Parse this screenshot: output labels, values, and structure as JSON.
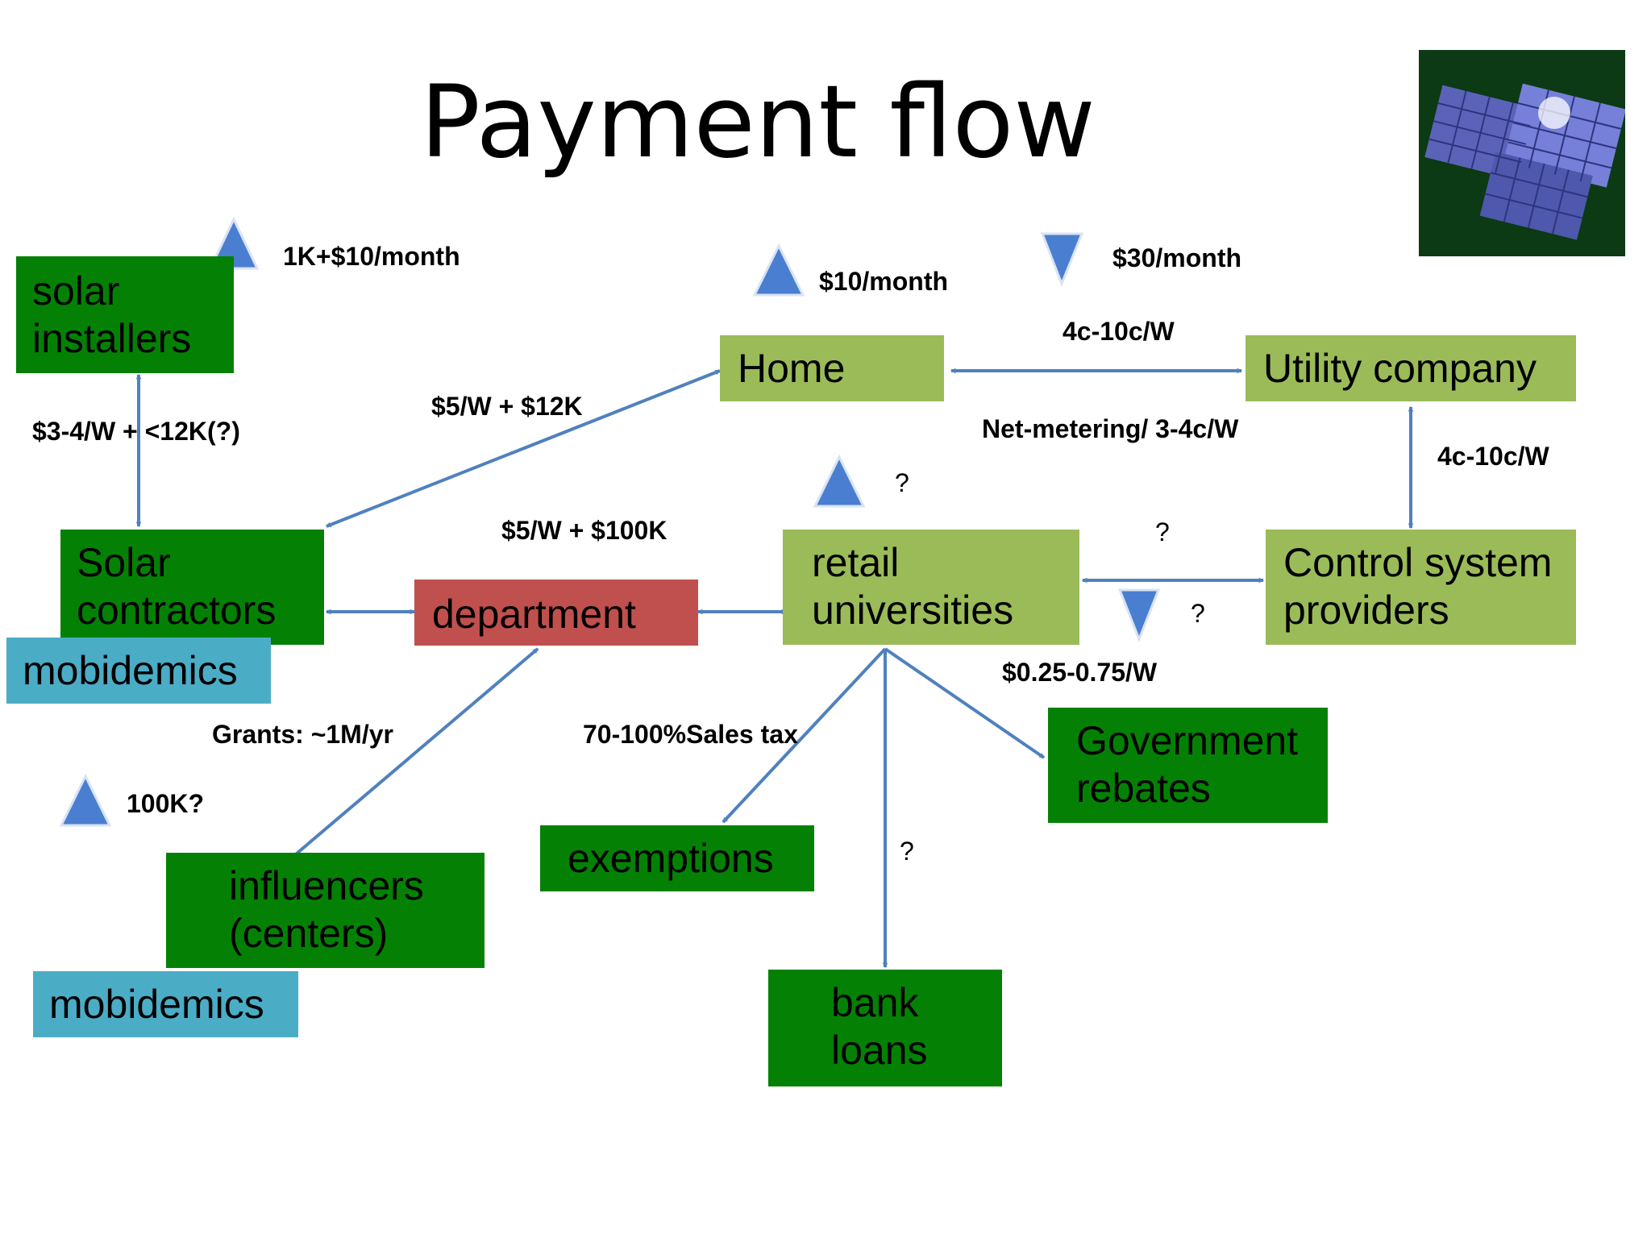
{
  "title": "Payment flow",
  "colors": {
    "dark_green": "#048104",
    "light_green": "#9bbb59",
    "red": "#c0504d",
    "teal": "#4bacc6",
    "arrow": "#4f81bd",
    "triangle": "#4a7ed0"
  },
  "image": {
    "icon": "solar-panel-photo"
  },
  "nodes": {
    "solar_installers": "solar\ninstallers",
    "home": "Home",
    "utility_company": "Utility company",
    "solar_contractors": "Solar\ncontractors",
    "department": "department",
    "retail_universities": "retail\nuniversities",
    "control_system_providers": "Control system\nproviders",
    "mobidemics_top": "mobidemics",
    "government_rebates": "Government\nrebates",
    "exemptions": "exemptions",
    "influencers": "influencers\n(centers)",
    "mobidemics_bottom": "mobidemics",
    "bank_loans": "bank\nloans"
  },
  "labels": {
    "installers_price": "1K+$10/month",
    "home_price": "$10/month",
    "utility_price": "$30/month",
    "home_utility": "4c-10c/W",
    "installers_contractors": "$3-4/W + <12K(?)",
    "contractors_home": "$5/W + $12K",
    "net_metering": "Net-metering/ 3-4c/W",
    "utility_control": "4c-10c/W",
    "dept_retail": "$5/W + $100K",
    "retail_control": "?",
    "retail_triangle": "?",
    "control_down": "?",
    "rebate_range": "$0.25-0.75/W",
    "grants": "Grants: ~1M/yr",
    "sales_tax": "70-100%Sales tax",
    "influencers_amount": "100K?",
    "bank_q": "?"
  }
}
